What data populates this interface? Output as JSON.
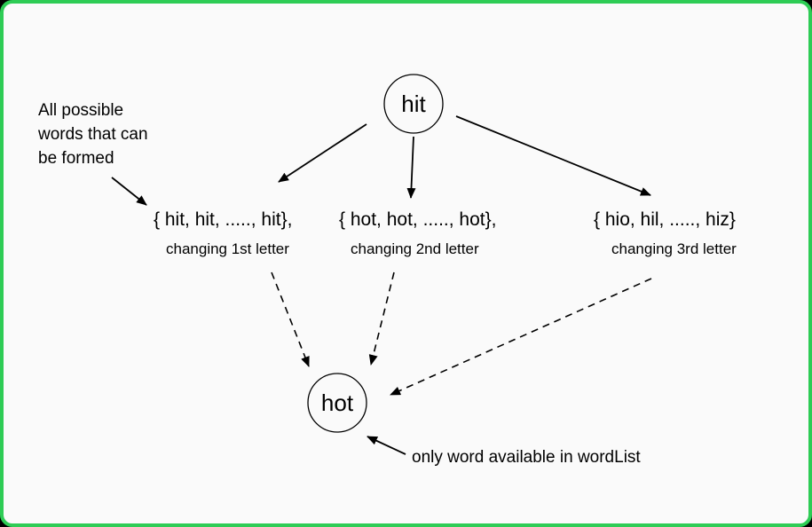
{
  "colors": {
    "frame": "#2ecc55",
    "background": "#fafafa",
    "ink": "#000000"
  },
  "nodes": {
    "root": "hit",
    "target": "hot"
  },
  "annotations": {
    "possible_line1": "All possible",
    "possible_line2": "words that can",
    "possible_line3": "be formed",
    "wordlist_note": "only word available in wordList"
  },
  "groups": [
    {
      "set": "{ hit, hit, ....., hit},",
      "caption": "changing 1st letter"
    },
    {
      "set": "{ hot, hot, ....., hot},",
      "caption": "changing 2nd letter"
    },
    {
      "set": "{ hio, hil, ....., hiz}",
      "caption": "changing 3rd letter"
    }
  ]
}
